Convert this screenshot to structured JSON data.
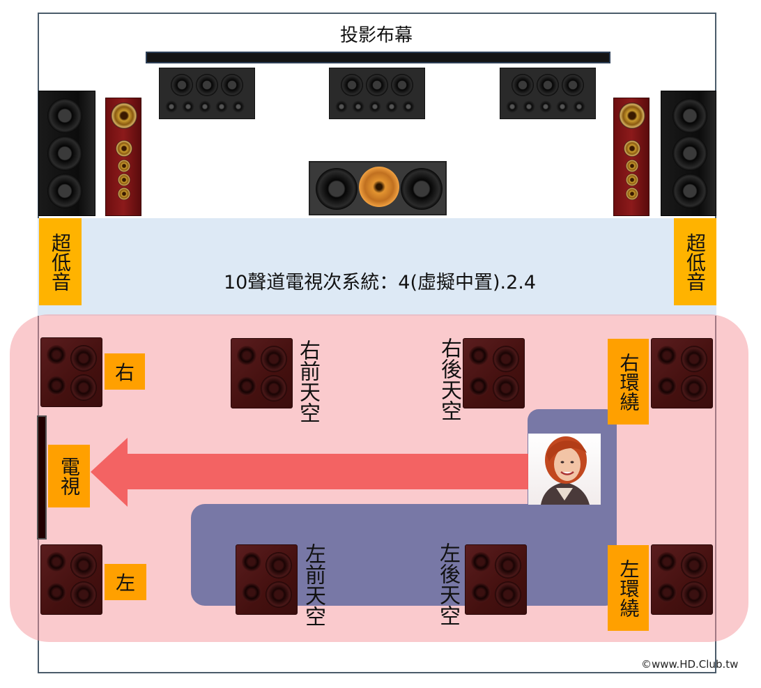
{
  "screen_label": "投影布幕",
  "subwoofer_label": "超低音",
  "system_title": "10聲道電視次系統：4(虛擬中置).2.4",
  "tv_label": "電視",
  "speaker_labels": {
    "front_right": "右",
    "front_left": "左",
    "right_front_height": "右前天空",
    "right_rear_height": "右後天空",
    "left_front_height": "左前天空",
    "left_rear_height": "左後天空",
    "right_surround": "右環繞",
    "left_surround": "左環繞"
  },
  "credit": "©www.HD.Club.tw",
  "colors": {
    "label_orange": "#ffa000",
    "band_blue": "#dde9f5",
    "zone_pink": "#f5969b",
    "path_blue": "#7878a6",
    "arrow_red": "#f25a5a"
  }
}
